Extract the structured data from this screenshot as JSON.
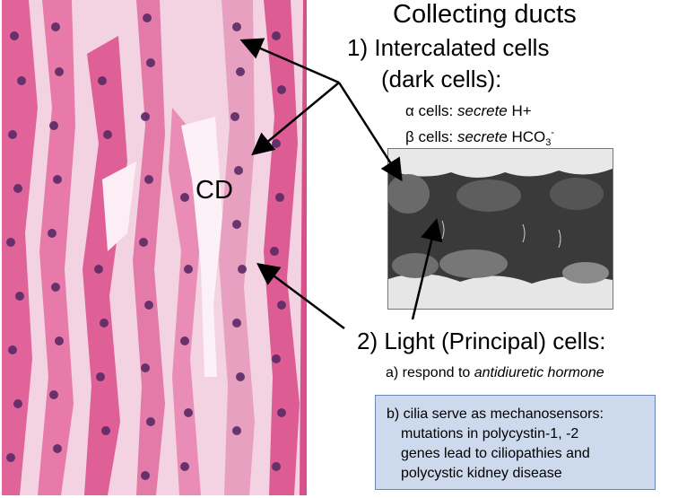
{
  "slide": {
    "title": "Collecting ducts",
    "lumen_label": "CD",
    "intercalated": {
      "heading_line1": "1) Intercalated cells",
      "heading_line2": "(dark cells):",
      "alpha_symbol": "α",
      "alpha_text_pre": " cells: ",
      "alpha_verb": "secrete",
      "alpha_ion": " H+",
      "beta_symbol": "β",
      "beta_text_pre": " cells: ",
      "beta_verb": "secrete",
      "beta_ion": " HCO",
      "beta_sub": "3",
      "beta_sup": "-"
    },
    "principal": {
      "heading": "2) Light (Principal) cells:",
      "point_a_pre": "a) respond to ",
      "point_a_em": "antidiuretic hormone",
      "point_b_lines": [
        "b) cilia serve as mechanosensors:",
        "mutations in polycystin-1, -2",
        "genes lead to ciliopathies and",
        "polycystic kidney disease"
      ]
    }
  },
  "colors": {
    "stain_pink": "#e0649a",
    "nuclei": "#5b2a66",
    "box_fill": "#cdd9ec",
    "box_border": "#6a86b8"
  }
}
